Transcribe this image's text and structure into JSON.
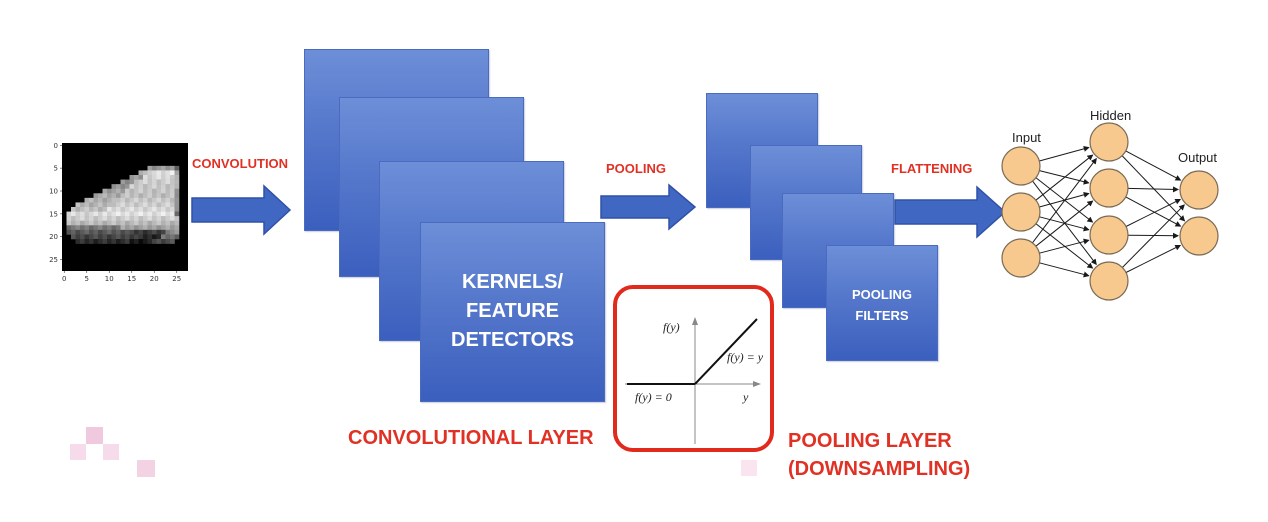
{
  "input_image": {
    "y_ticks": [
      "0",
      "5",
      "10",
      "15",
      "20",
      "25"
    ],
    "x_ticks": [
      "0",
      "5",
      "10",
      "15",
      "20",
      "25"
    ]
  },
  "labels": {
    "convolution": "CONVOLUTION",
    "pooling": "POOLING",
    "flattening": "FLATTENING"
  },
  "conv_block": {
    "text_line1": "KERNELS/",
    "text_line2": "FEATURE",
    "text_line3": "DETECTORS",
    "caption": "CONVOLUTIONAL LAYER"
  },
  "pool_block": {
    "text_line1": "POOLING",
    "text_line2": "FILTERS",
    "caption_line1": "POOLING LAYER",
    "caption_line2": "(DOWNSAMPLING)"
  },
  "relu_plot": {
    "y_axis_label": "f(y)",
    "x_axis_label": "y",
    "positive_label": "f(y) = y",
    "zero_label": "f(y) = 0"
  },
  "neural_net": {
    "input_label": "Input",
    "hidden_label": "Hidden",
    "output_label": "Output",
    "input_nodes": 3,
    "hidden_nodes": 4,
    "output_nodes": 2,
    "node_fill": "#f7c98e",
    "node_stroke": "#7a6a55"
  },
  "colors": {
    "accent_red": "#e03124",
    "block_blue": "#4a6cc6",
    "arrow_blue": "#3f63c0"
  }
}
